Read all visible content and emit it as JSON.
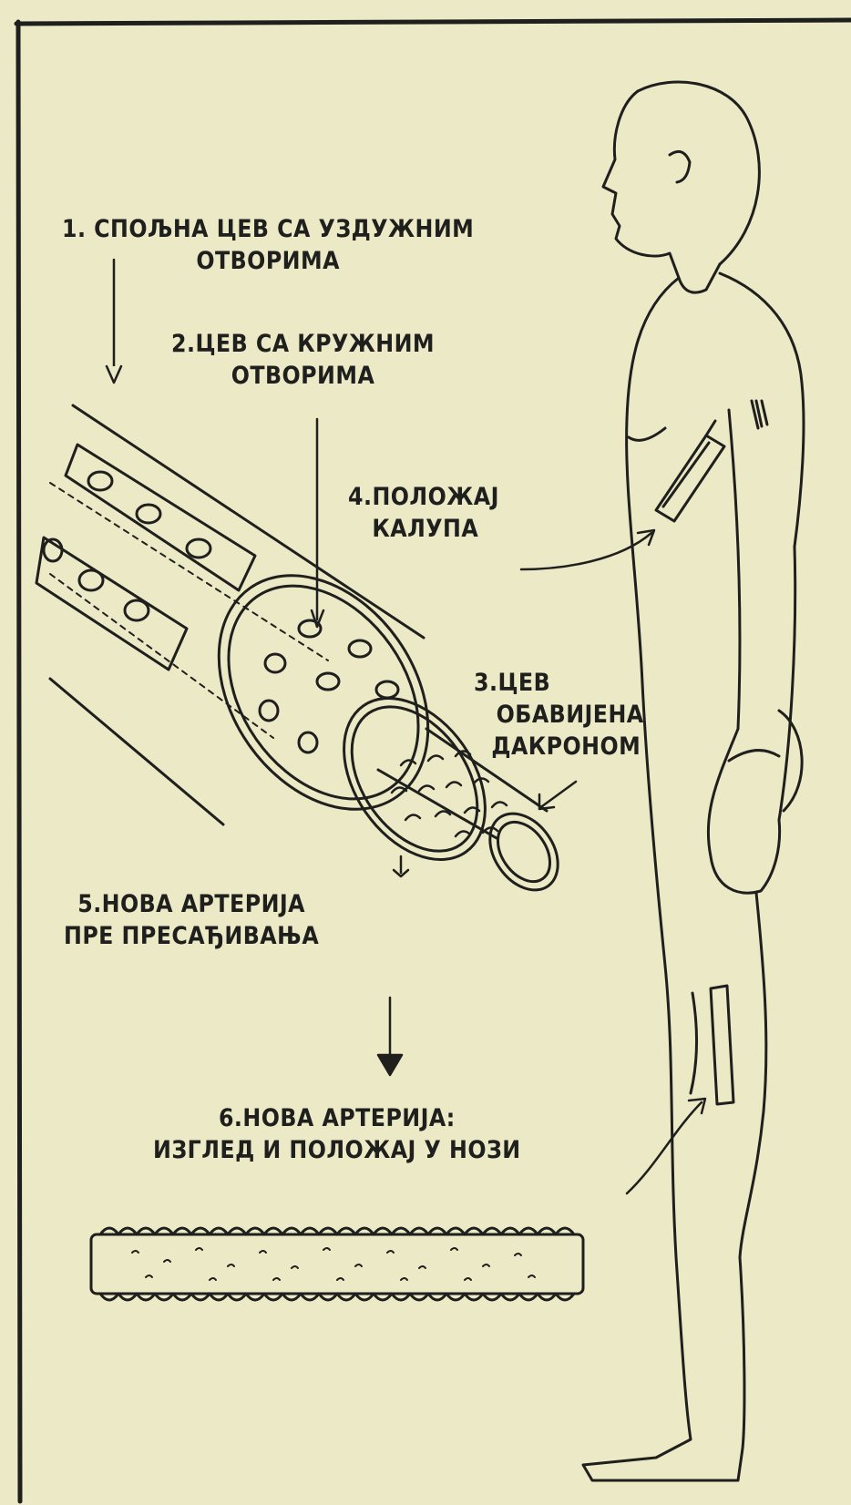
{
  "labels": {
    "outer_tube": {
      "line1": "1. СПОЉНА ЦЕВ СА УЗДУЖНИМ",
      "line2": "ОТВОРИМА"
    },
    "round_holes_tube": {
      "line1": "2.ЦЕВ СА КРУЖНИМ",
      "line2": "ОТВОРИМА"
    },
    "dacron_tube": {
      "line1": "3.ЦЕВ",
      "line2": "ОБАВИЈЕНА",
      "line3": "ДАКРОНОМ"
    },
    "mold_position": {
      "line1": "4.ПОЛОЖАЈ",
      "line2": "КАЛУПА"
    },
    "new_artery_before": {
      "line1": "5.НОВА АРТЕРИЈА",
      "line2": "ПРЕ ПРЕСАЂИВАЊА"
    },
    "new_artery_in_leg": {
      "line1": "6.НОВА АРТЕРИЈА:",
      "line2": "ИЗГЛЕД И ПОЛОЖАЈ У НОЗИ"
    }
  },
  "colors": {
    "paper": "#eceac6",
    "ink": "#1f1f1d"
  }
}
